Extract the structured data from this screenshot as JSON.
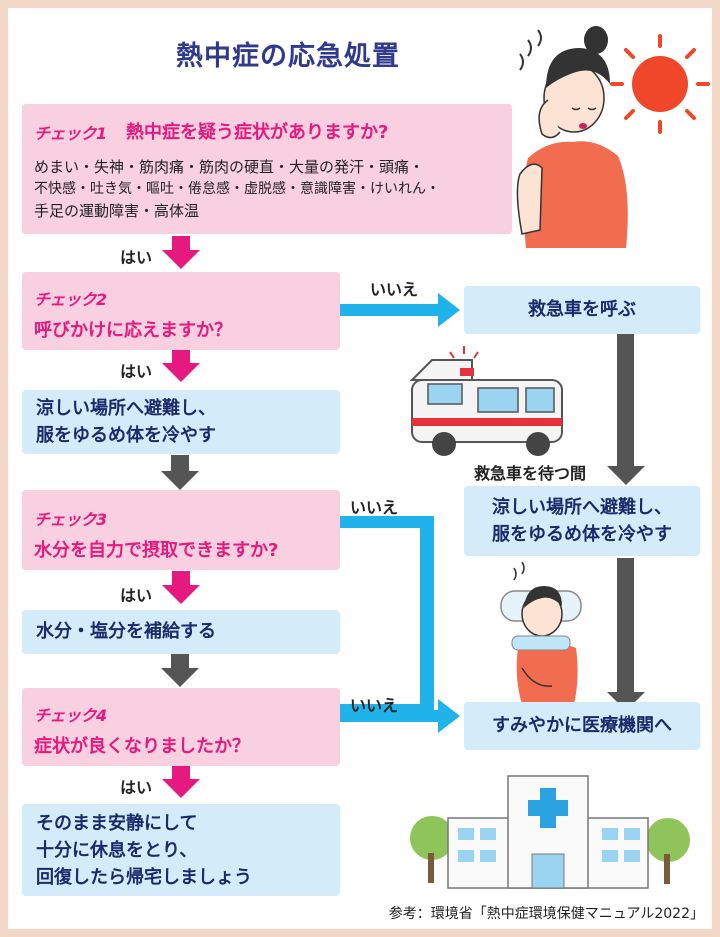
{
  "title": "熱中症の応急処置",
  "check1": {
    "tag": "チェック1",
    "question": "熱中症を疑う症状がありますか?",
    "symptoms_line1": "めまい・失神・筋肉痛・筋肉の硬直・大量の発汗・頭痛・",
    "symptoms_line2": "不快感・吐き気・嘔吐・倦怠感・虚脱感・意識障害・けいれん・",
    "symptoms_line3": "手足の運動障害・高体温"
  },
  "check2": {
    "tag": "チェック2",
    "question": "呼びかけに応えますか？"
  },
  "check3": {
    "tag": "チェック3",
    "question": "水分を自力で摂取できますか?"
  },
  "check4": {
    "tag": "チェック4",
    "question": "症状が良くなりましたか？"
  },
  "yes_label": "はい",
  "no_label": "いいえ",
  "steps": {
    "cool_line1": "涼しい場所へ避難し、",
    "cool_line2": "服をゆるめ体を冷やす",
    "hydrate": "水分・塩分を補給する",
    "rest_line1": "そのまま安静にして",
    "rest_line2": "十分に休息をとり、",
    "rest_line3": "回復したら帰宅しましょう"
  },
  "right": {
    "call_ambulance": "救急車を呼ぶ",
    "waiting_label": "救急車を待つ間",
    "cool_line1": "涼しい場所へ避難し、",
    "cool_line2": "服をゆるめ体を冷やす",
    "hospital": "すみやかに医療機関へ"
  },
  "footnote": "参考：環境省「熱中症環境保健マニュアル2022」",
  "colors": {
    "pink_box": "#f8d0e0",
    "blue_box": "#d4ecfa",
    "magenta": "#e6197e",
    "cyan": "#1fb3ea",
    "gray_arrow": "#555555",
    "navy": "#1a2a6b"
  }
}
